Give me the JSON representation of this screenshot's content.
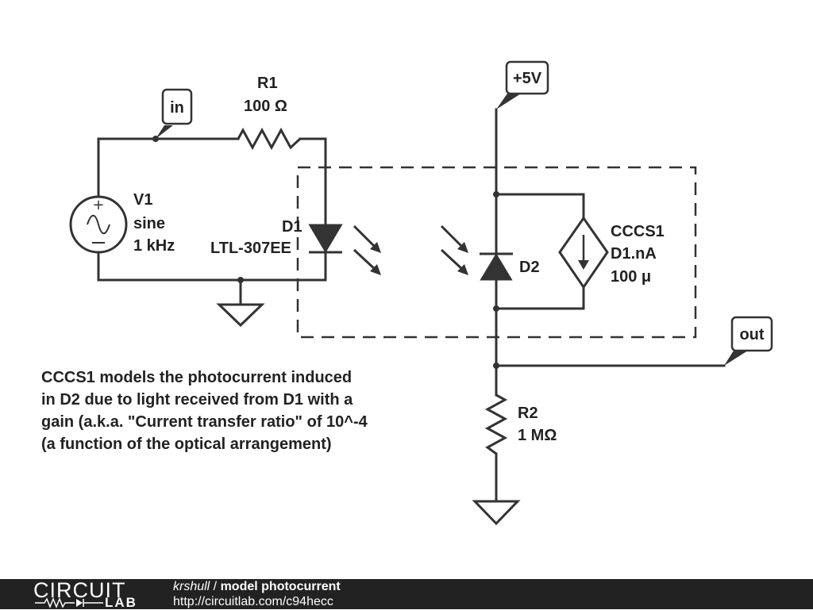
{
  "colors": {
    "ink": "#333333",
    "footer_bg": "#222222",
    "footer_text": "#ffffff"
  },
  "net_labels": {
    "in": "in",
    "vcc": "+5V",
    "out": "out"
  },
  "components": {
    "R1": {
      "name": "R1",
      "value": "100 Ω"
    },
    "V1": {
      "name": "V1",
      "type": "sine",
      "freq": "1 kHz"
    },
    "D1": {
      "name": "D1",
      "part": "LTL-307EE"
    },
    "D2": {
      "name": "D2"
    },
    "CCCS1": {
      "name": "CCCS1",
      "control": "D1.nA",
      "gain": "100 μ"
    },
    "R2": {
      "name": "R2",
      "value": "1 MΩ"
    }
  },
  "note_lines": [
    "CCCS1 models the photocurrent induced",
    "in D2 due to light received from D1 with a",
    "gain (a.k.a. \"Current transfer ratio\" of 10^-4",
    "(a function of the optical arrangement)"
  ],
  "footer": {
    "logo_top": "CIRCUIT",
    "logo_bottom": "LAB",
    "author": "krshull",
    "separator": " / ",
    "title": "model photocurrent",
    "url": "http://circuitlab.com/c94hecc"
  }
}
